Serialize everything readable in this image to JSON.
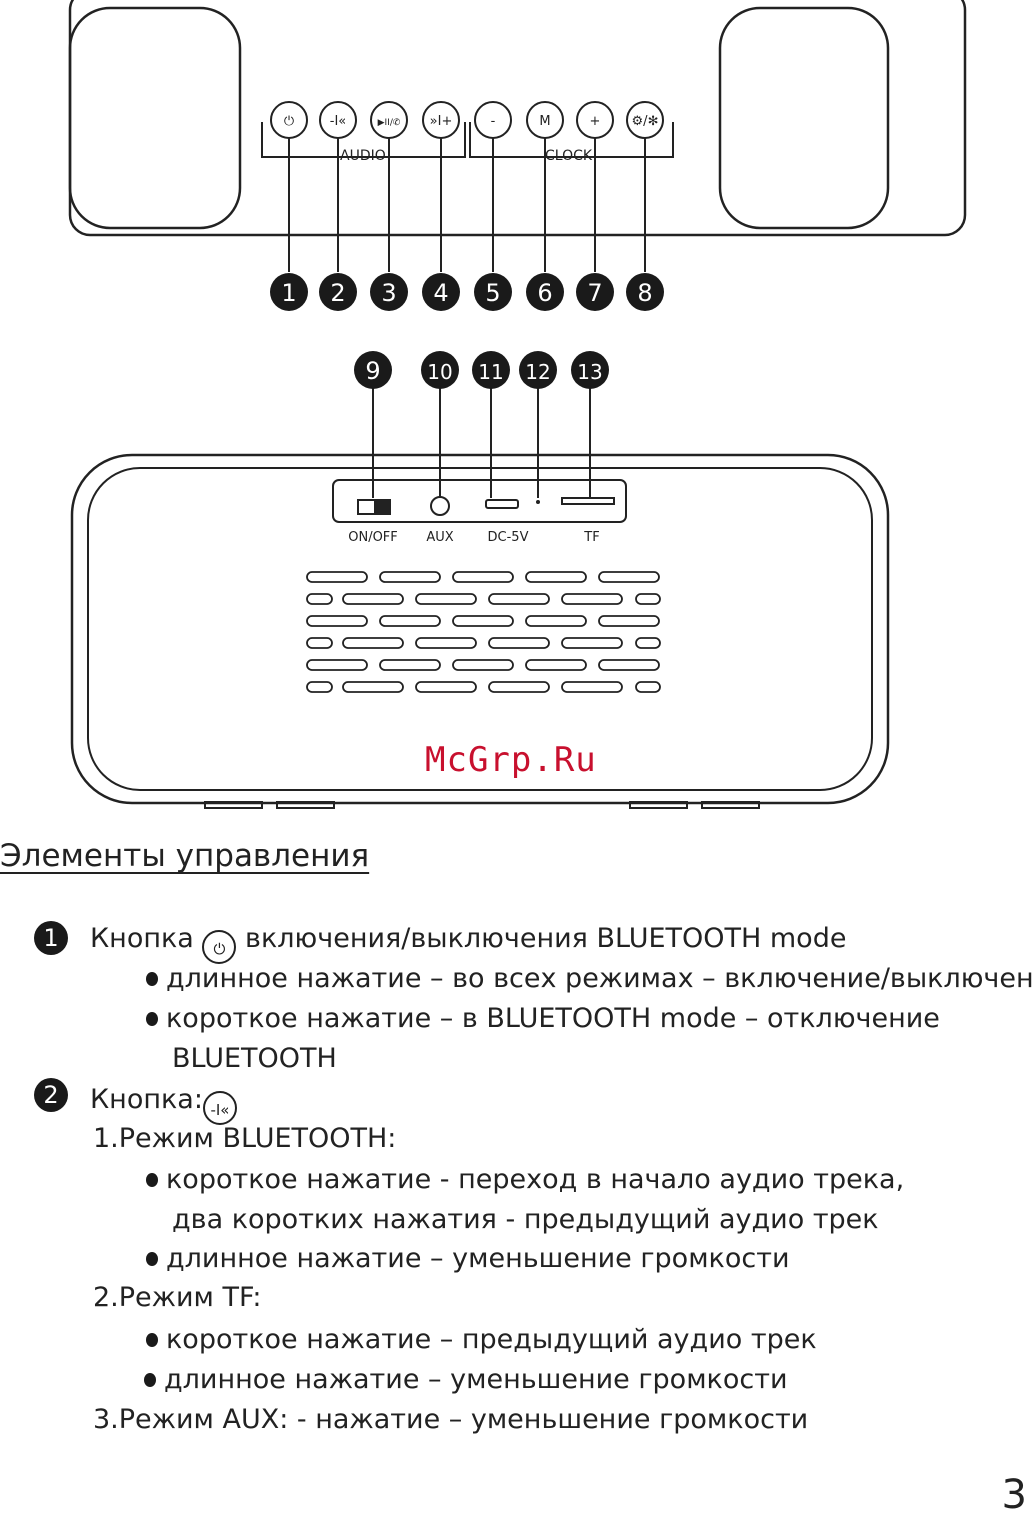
{
  "top_view": {
    "buttons": [
      {
        "glyph": "⏻"
      },
      {
        "glyph": "-I«"
      },
      {
        "glyph": "▶II/✆"
      },
      {
        "glyph": "»I+"
      },
      {
        "glyph": "-"
      },
      {
        "glyph": "M"
      },
      {
        "glyph": "+"
      },
      {
        "glyph": "⚙/✻"
      }
    ],
    "group_audio": "AUDIO",
    "group_clock": "CLOCK",
    "callouts": [
      "1",
      "2",
      "3",
      "4",
      "5",
      "6",
      "7",
      "8"
    ]
  },
  "rear_view": {
    "callouts": [
      "9",
      "10",
      "11",
      "12",
      "13"
    ],
    "port_labels": [
      "ON/OFF",
      "AUX",
      "DC-5V",
      "TF"
    ]
  },
  "watermark": "McGrp.Ru",
  "section_title": "Элементы управления",
  "items": [
    {
      "number": "1",
      "label_before": "Кнопка",
      "icon": "⏻",
      "label_after": "включения/выключения BLUETOOTH mode"
    },
    {
      "number": "2",
      "label_before": "Кнопка:",
      "icon": "-I«"
    }
  ],
  "lines": {
    "b1_1": "длинное нажатие – во всех режимах – включение/выключение",
    "b1_2": "короткое нажатие – в BLUETOOTH mode – отключение",
    "b1_2b": "BLUETOOTH",
    "m1": "1.Режим BLUETOOTH:",
    "m1_b1": "короткое нажатие - переход в начало аудио трека,",
    "m1_b1b": "два коротких нажатия - предыдущий аудио трек",
    "m1_b2": "длинное нажатие – уменьшение громкости",
    "m2": "2.Режим  TF:",
    "m2_b1": "короткое нажатие – предыдущий аудио трек",
    "m2_b2": "длинное нажатие – уменьшение громкости",
    "m3_label": "3.Режим AUX:",
    "m3_text": " - нажатие – уменьшение громкости"
  },
  "page_number": "3"
}
